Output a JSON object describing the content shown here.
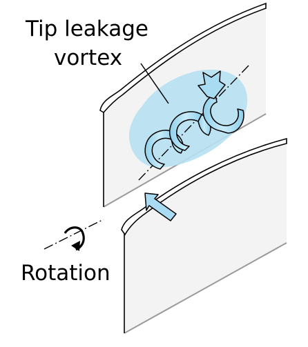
{
  "labels": {
    "tip_leakage_line1": "Tip leakage",
    "tip_leakage_line2": "vortex",
    "rotation": "Rotation"
  },
  "colors": {
    "blade_face": "#f2f2f2",
    "blade_edge": "#000000",
    "blade_shadow": "#9a9a9a",
    "vortex_halo": "#b7e1f3",
    "vortex_ribbon": "#a9dcf2",
    "arrow_fill": "#a9dcf2",
    "axis_line": "#000000"
  },
  "icons": {
    "rotation": "rotation-arrow-icon",
    "leakage_flow": "leakage-flow-arrow-icon"
  }
}
